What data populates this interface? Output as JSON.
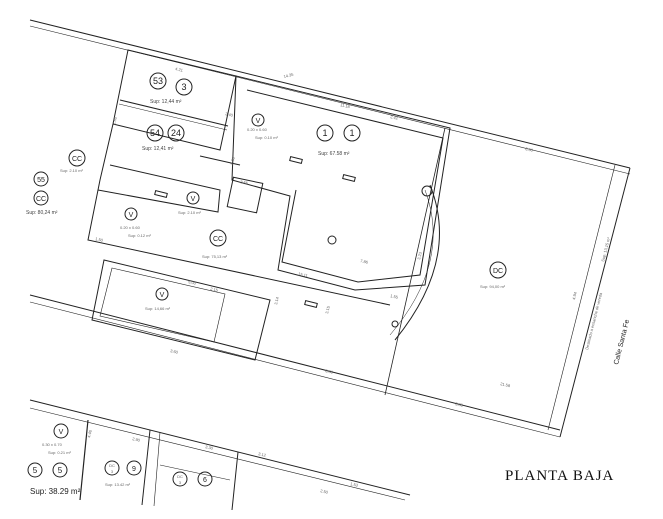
{
  "title": "PLANTA BAJA",
  "street": "Calle Santa Fe",
  "rooms": [
    {
      "key": "r53",
      "a": "53",
      "b": "3",
      "sup": "Sup: 12,44 m²"
    },
    {
      "key": "r54",
      "a": "54",
      "b": "24",
      "sup": "Sup: 12,41 m²"
    },
    {
      "key": "r1",
      "a": "1",
      "b": "1",
      "sup": "Sup: 67.58 m²"
    },
    {
      "key": "v1",
      "a": "V",
      "dims": "0.20 x 0.60",
      "sup": "Sup: 0.10 m²"
    },
    {
      "key": "cc1",
      "a": "CC",
      "sup": "Sup: 2.10 m²"
    },
    {
      "key": "r55",
      "a": "55",
      "b": "CC",
      "sup": "Sup: 80,24 m²"
    },
    {
      "key": "v2",
      "a": "V",
      "dims": "0.20 x 0.60",
      "sup": "Sup: 0.12 m²"
    },
    {
      "key": "v3",
      "a": "V",
      "sup": "Sup: 2.10 m²"
    },
    {
      "key": "cc2",
      "a": "CC",
      "sup": "Sup: 75,13 m²"
    },
    {
      "key": "dc",
      "a": "DC",
      "sup": "Sup: 94,00 m²"
    },
    {
      "key": "v4",
      "a": "V",
      "sup": "Sup: 14,66 m²"
    },
    {
      "key": "v5",
      "a": "V",
      "dims": "0.30 x 0.70",
      "sup": "Sup: 0.21 m²"
    },
    {
      "key": "r5",
      "a": "5",
      "b": "5",
      "sup": "Sup: 38.29 m²"
    },
    {
      "key": "r9",
      "a": "DC",
      "a2": "3",
      "b": "9",
      "sup": "Sup: 13.42 m²"
    },
    {
      "key": "r6",
      "a": "DC",
      "a2": "3",
      "b": "6"
    }
  ],
  "notes": {
    "retiro": "Destinado a ensanche de vereda",
    "retiro_sup": "Sup: 13,15 m²"
  },
  "dims": [
    "14.35",
    "11.18",
    "4.21",
    "2.42",
    "2.40",
    "2.85",
    "8.60",
    "6.50",
    "5.00",
    "3.60",
    "8.60",
    "3.85",
    "15.11",
    "3.15",
    "4.94",
    "3.23",
    "21.58",
    "7.86",
    "1.55",
    "3.55",
    "1.50",
    "3.30",
    "2.90",
    "4.46",
    "3.12",
    "2.50",
    "1.53",
    "3.14",
    "2.15"
  ]
}
